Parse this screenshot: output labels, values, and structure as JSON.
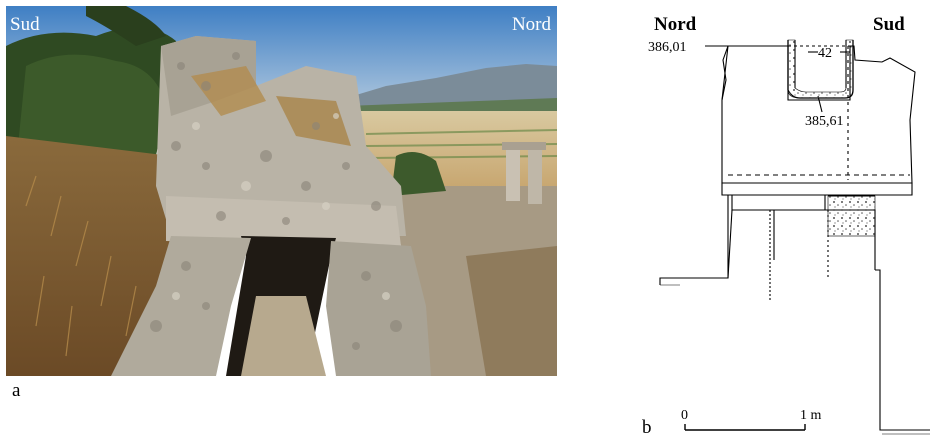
{
  "panel_a": {
    "letter": "a",
    "label_left": "Sud",
    "label_right": "Nord"
  },
  "panel_b": {
    "letter": "b",
    "label_left": "Nord",
    "label_right": "Sud",
    "elevation_top": "386,01",
    "elevation_bottom": "385,61",
    "width_dim": "42",
    "scale_start": "0",
    "scale_end": "1 m"
  },
  "colors": {
    "sky_top": "#4a86c8",
    "sky_bottom": "#a9c4dc",
    "stone": "#b9b3a6",
    "grass": "#9a7a45",
    "foliage": "#2f4a22"
  }
}
